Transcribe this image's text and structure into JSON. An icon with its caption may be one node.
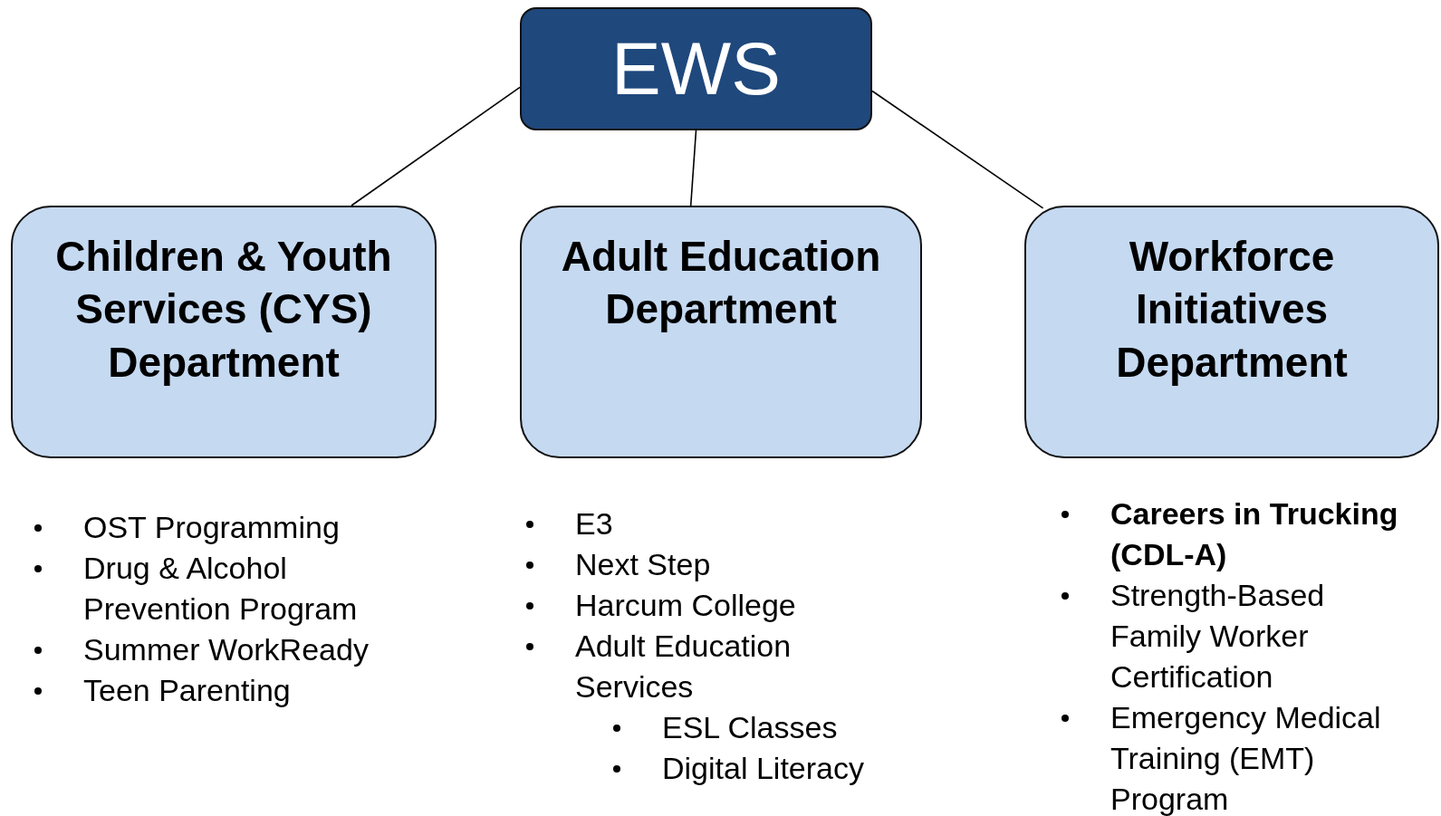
{
  "diagram": {
    "nodes": [
      {
        "text": [
          "EWS"
        ]
      },
      {
        "text": [
          "Children & Youth Services (CYS) Department"
        ],
        "beside": [
          "OST Programming",
          "Drug & Alcohol Prevention Program",
          "Summer WorkReady",
          "Teen Parenting"
        ]
      },
      {
        "text": [
          "Adult Education Department"
        ],
        "beside": [
          "E3",
          "Next Step",
          "Harcum College",
          "Adult Education Services",
          "ESL Classes",
          "Digital Literacy"
        ]
      },
      {
        "text": [
          "Workforce Initiatives Department"
        ],
        "beside": [
          "Careers in Trucking (CDL-A)",
          "Strength-Based Family Worker Certification",
          "Emergency Medical Training (EMT) Program"
        ]
      }
    ],
    "edges": [
      {
        "from": 0,
        "to": 1,
        "arrow": "none"
      },
      {
        "from": 0,
        "to": 2,
        "arrow": "none"
      },
      {
        "from": 0,
        "to": 3,
        "arrow": "none"
      }
    ]
  }
}
